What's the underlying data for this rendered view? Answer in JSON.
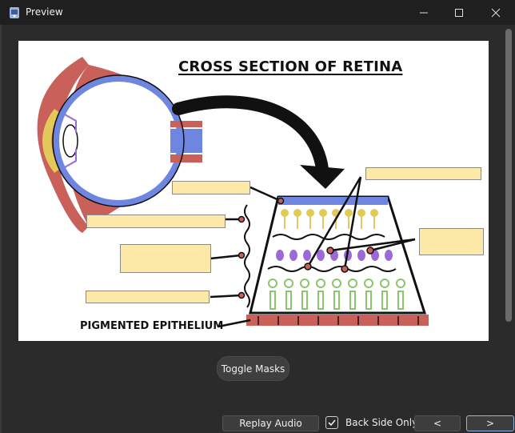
{
  "window": {
    "title": "Preview"
  },
  "diagram": {
    "title": "CROSS SECTION OF RETINA",
    "label_pigmented": "PIGMENTED EPITHELIUM"
  },
  "controls": {
    "toggle_masks": "Toggle Masks",
    "replay_audio": "Replay Audio",
    "back_side_only": "Back Side Only",
    "back_side_only_checked": true,
    "prev": "<",
    "next": ">"
  },
  "colors": {
    "mask_fill": "#fde9a7",
    "photoreceptor_blue": "#6e86e0",
    "epithelium_red": "#c9605a",
    "rod_yellow": "#e3c85a",
    "bipolar_purple": "#9b6ad6",
    "ganglion_green": "#8cc56b"
  }
}
